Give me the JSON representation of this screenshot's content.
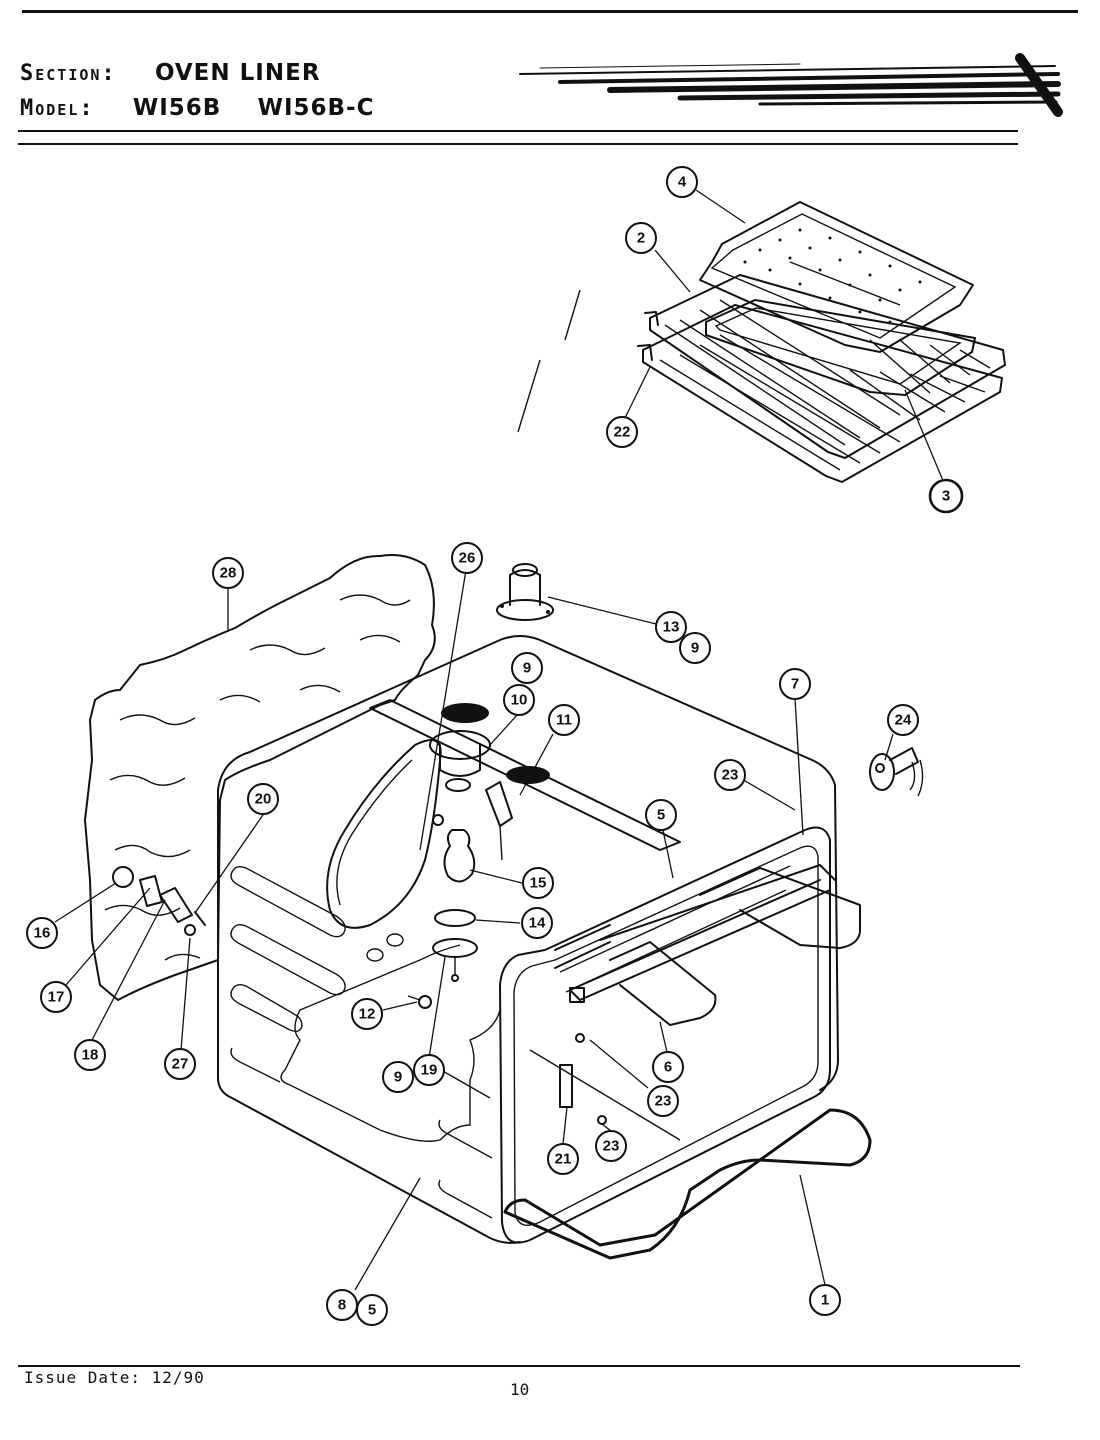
{
  "header": {
    "section_label": "Section:",
    "section_value": "OVEN LINER",
    "model_label": "Model:",
    "model_value_1": "WI56B",
    "model_value_2": "WI56B-C"
  },
  "footer": {
    "issue_date": "Issue Date: 12/90",
    "page_number": "10"
  },
  "callouts": {
    "c1": "1",
    "c2": "2",
    "c3": "3",
    "c4": "4",
    "c5a": "5",
    "c5b": "5",
    "c6": "6",
    "c7": "7",
    "c8": "8",
    "c9a": "9",
    "c9b": "9",
    "c9c": "9",
    "c10": "10",
    "c11": "11",
    "c12": "12",
    "c13": "13",
    "c14": "14",
    "c15": "15",
    "c16": "16",
    "c17": "17",
    "c18": "18",
    "c19": "19",
    "c20": "20",
    "c21": "21",
    "c22": "22",
    "c23a": "23",
    "c23b": "23",
    "c23c": "23",
    "c24": "24",
    "c26": "26",
    "c27": "27",
    "c28": "28"
  }
}
